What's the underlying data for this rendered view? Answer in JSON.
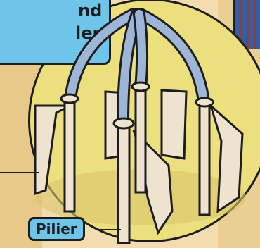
{
  "callout_text": [
    "nd",
    "ler."
  ],
  "label": "Pilier",
  "colors": {
    "circle": "#ecdf7e",
    "callout": "#6fc4ea",
    "arch": "#9db6d8",
    "stone": "#eee3cf"
  }
}
